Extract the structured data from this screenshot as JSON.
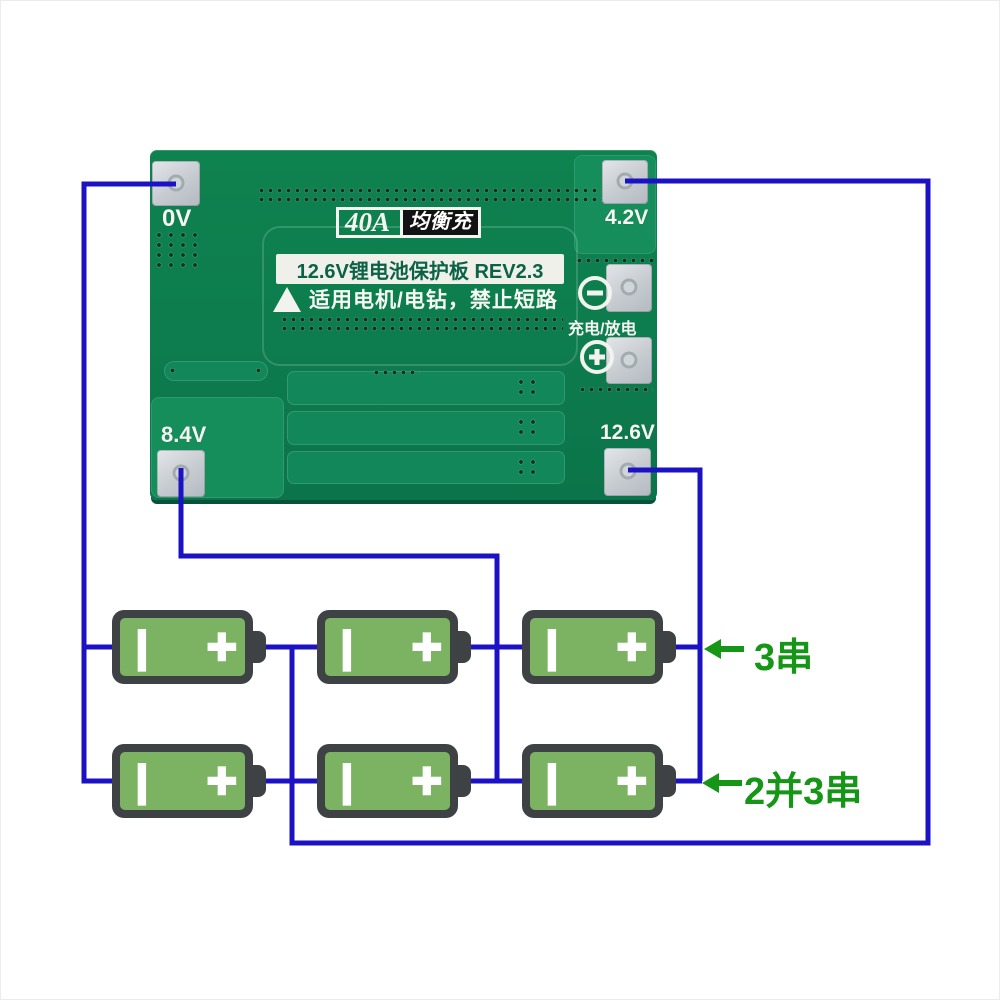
{
  "board": {
    "current_badge": "40A",
    "balance_badge": "均衡充",
    "title": "12.6V锂电池保护板 REV2.3",
    "warning_text": "适用电机/电钻，禁止短路",
    "charge_discharge_label": "充电/放电",
    "pad_labels": {
      "zero": "0V",
      "cell1": "4.2V",
      "cell2": "8.4V",
      "pack": "12.6V"
    }
  },
  "battery": {
    "minus_mark": "|",
    "plus_mark": "+"
  },
  "annotations": {
    "top_row": "3串",
    "bottom_row": "2并3串"
  },
  "colors": {
    "wire_blue": "#1b12c6",
    "annotation_green": "#169616",
    "pcb_green": "#0d7c4e",
    "pcb_panel_green": "#168e5c",
    "battery_green": "#7bb362",
    "battery_border": "#3e4245",
    "silkscreen_white": "#f2f3ee"
  }
}
